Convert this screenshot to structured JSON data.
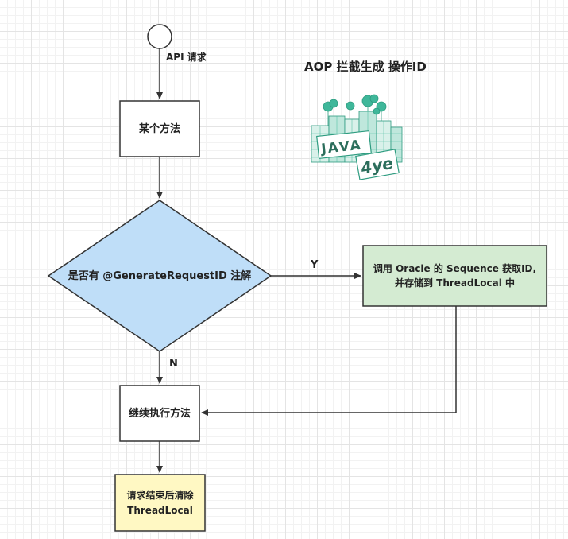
{
  "diagram": {
    "title": "AOP 拦截生成 操作ID",
    "start_label": "API 请求",
    "nodes": {
      "some_method": "某个方法",
      "decision": "是否有 @GenerateRequestID 注解",
      "oracle_line1": "调用  Oracle 的 Sequence 获取ID,",
      "oracle_line2": "并存储到 ThreadLocal 中",
      "continue": "继续执行方法",
      "clear_line1": "请求结束后清除",
      "clear_line2": "ThreadLocal"
    },
    "edges": {
      "yes_label": "Y",
      "no_label": "N"
    },
    "logo": {
      "text_java": "JAVA",
      "text_4ye": "4ye",
      "icon": "java-4ye-logo-icon"
    },
    "colors": {
      "decision_fill": "#bfdef8",
      "oracle_fill": "#d4ebd2",
      "clear_fill": "#fff8c3",
      "logo_green": "#3fb79a",
      "line": "#333333"
    }
  }
}
